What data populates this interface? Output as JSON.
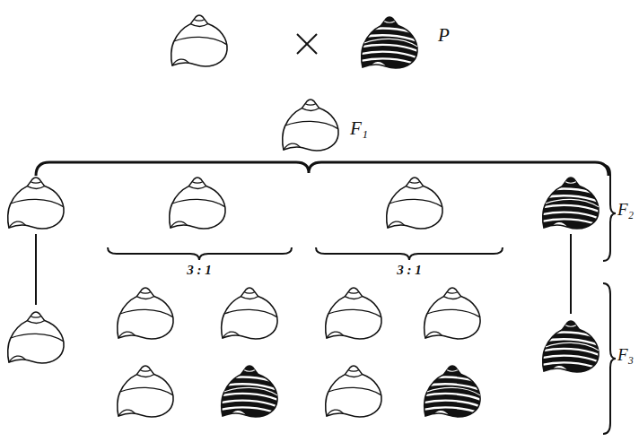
{
  "diagram": {
    "labels": [
      "P",
      "F₁",
      "F₂",
      "F₃",
      "3 : 1",
      "3 : 1"
    ]
  }
}
